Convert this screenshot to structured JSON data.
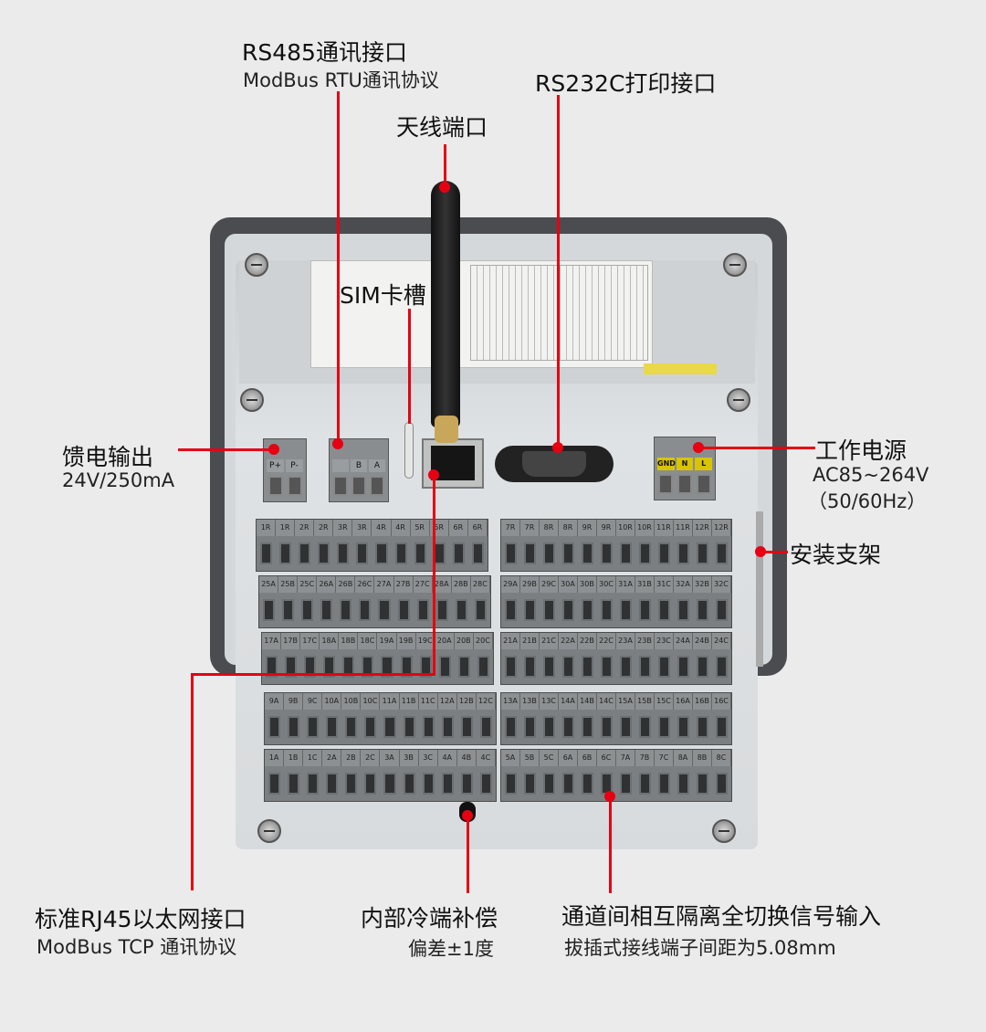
{
  "annotations": {
    "rs485": {
      "title": "RS485通讯接口",
      "sub": "ModBus RTU通讯协议"
    },
    "antenna": {
      "title": "天线端口"
    },
    "rs232": {
      "title": "RS232C打印接口"
    },
    "sim": {
      "title": "SIM卡槽"
    },
    "feed": {
      "title": "馈电输出",
      "sub": "24V/250mA"
    },
    "power": {
      "title": "工作电源",
      "sub": "AC85~264V",
      "sub2": "（50/60Hz）"
    },
    "bracket": {
      "title": "安装支架"
    },
    "rj45": {
      "title": "标准RJ45以太网接口",
      "sub": "ModBus TCP 通讯协议"
    },
    "cold": {
      "title": "内部冷端补偿",
      "sub": "偏差±1度"
    },
    "channels": {
      "title": "通道间相互隔离全切换信号输入",
      "sub": "拔插式接线端子间距为5.08mm"
    }
  },
  "connectors": {
    "feed": [
      "P+",
      "P-"
    ],
    "rs485": [
      "",
      "B",
      "A"
    ],
    "power": [
      "GND",
      "N",
      "L"
    ]
  },
  "terminals": {
    "left": [
      [
        "1R",
        "1R",
        "2R",
        "2R",
        "3R",
        "3R",
        "4R",
        "4R",
        "5R",
        "5R",
        "6R",
        "6R"
      ],
      [
        "25A",
        "25B",
        "25C",
        "26A",
        "26B",
        "26C",
        "27A",
        "27B",
        "27C",
        "28A",
        "28B",
        "28C"
      ],
      [
        "17A",
        "17B",
        "17C",
        "18A",
        "18B",
        "18C",
        "19A",
        "19B",
        "19C",
        "20A",
        "20B",
        "20C"
      ],
      [
        "9A",
        "9B",
        "9C",
        "10A",
        "10B",
        "10C",
        "11A",
        "11B",
        "11C",
        "12A",
        "12B",
        "12C"
      ],
      [
        "1A",
        "1B",
        "1C",
        "2A",
        "2B",
        "2C",
        "3A",
        "3B",
        "3C",
        "4A",
        "4B",
        "4C"
      ]
    ],
    "right": [
      [
        "7R",
        "7R",
        "8R",
        "8R",
        "9R",
        "9R",
        "10R",
        "10R",
        "11R",
        "11R",
        "12R",
        "12R"
      ],
      [
        "29A",
        "29B",
        "29C",
        "30A",
        "30B",
        "30C",
        "31A",
        "31B",
        "31C",
        "32A",
        "32B",
        "32C"
      ],
      [
        "21A",
        "21B",
        "21C",
        "22A",
        "22B",
        "22C",
        "23A",
        "23B",
        "23C",
        "24A",
        "24B",
        "24C"
      ],
      [
        "13A",
        "13B",
        "13C",
        "14A",
        "14B",
        "14C",
        "15A",
        "15B",
        "15C",
        "16A",
        "16B",
        "16C"
      ],
      [
        "5A",
        "5B",
        "5C",
        "6A",
        "6B",
        "6C",
        "7A",
        "7B",
        "7C",
        "8A",
        "8B",
        "8C"
      ]
    ]
  },
  "colors": {
    "callout": "#e60012",
    "background": "#ebebeb"
  }
}
